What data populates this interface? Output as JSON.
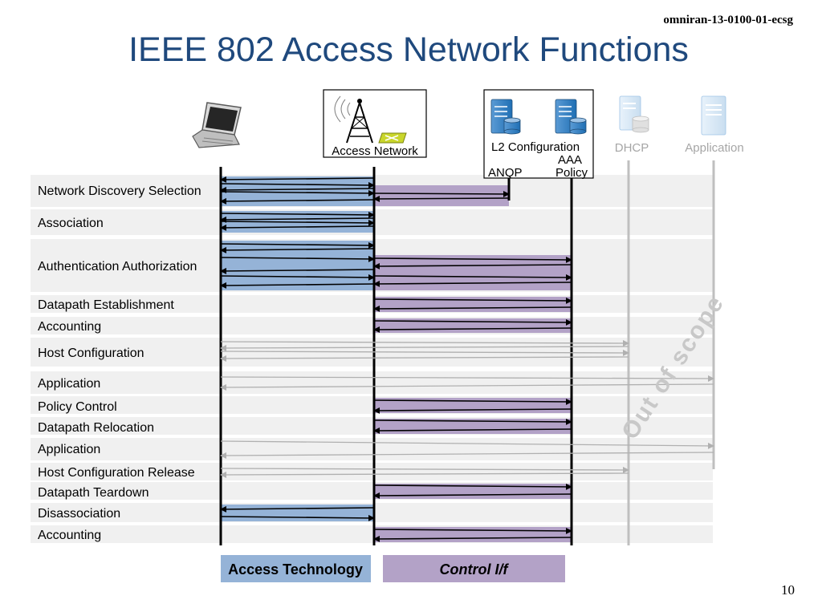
{
  "doc_id": "omniran-13-0100-01-ecsg",
  "title": "IEEE 802 Access Network Functions",
  "page_number": "10",
  "entities": {
    "access_network": "Access Network",
    "l2_configuration": "L2 Configuration",
    "aaa": "AAA",
    "policy": "Policy",
    "anqp": "ANQP",
    "dhcp": "DHCP",
    "application": "Application"
  },
  "functions": [
    "Network Discovery Selection",
    "Association",
    "Authentication Authorization",
    "Datapath Establishment",
    "Accounting",
    "Host Configuration",
    "Application",
    "Policy Control",
    "Datapath Relocation",
    "Application",
    "Host Configuration Release",
    "Datapath Teardown",
    "Disassociation",
    "Accounting"
  ],
  "legend": {
    "access_technology": "Access Technology",
    "control_if": "Control I/f"
  },
  "out_of_scope": "Out of scope",
  "colors": {
    "title": "#1f497d",
    "access_band": "#95b3d7",
    "control_band": "#b3a2c7",
    "row_bg": "#f0f0f0",
    "out_of_scope_text": "#c8c8c8",
    "lifeline_gray": "#bfbfbf"
  },
  "icons": [
    "laptop-icon",
    "antenna-tower-icon",
    "server-icon",
    "database-icon"
  ]
}
